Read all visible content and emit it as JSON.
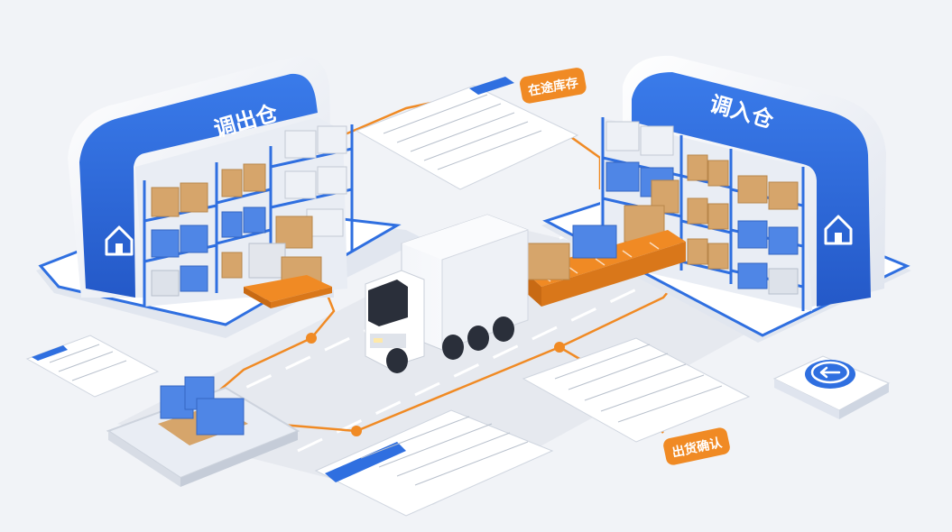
{
  "warehouses": {
    "outbound": {
      "label": "调出仓"
    },
    "inbound": {
      "label": "调入仓"
    }
  },
  "tags": {
    "in_transit_stock": "在途库存",
    "shipment_confirm": "出货确认"
  },
  "colors": {
    "primary_blue": "#2f6fe0",
    "accent_orange": "#f08a24",
    "box_brown": "#d6a56b",
    "box_blue": "#4f86e6",
    "floor": "#f1f3f7"
  },
  "icons": [
    "house-icon",
    "return-arrow-icon",
    "truck-icon",
    "document-icon",
    "pallet-icon"
  ]
}
